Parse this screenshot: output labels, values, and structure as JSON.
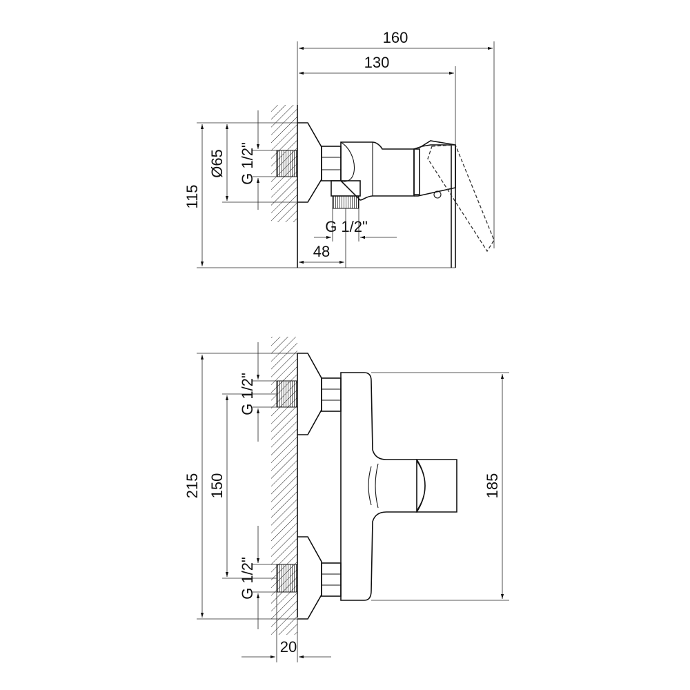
{
  "dimensions": {
    "top_width_total": "160",
    "top_width_body": "130",
    "top_height_total": "115",
    "top_flange_diameter": "Ø65",
    "top_inlet_thread": "G 1/2\"",
    "top_outlet_thread": "G 1/2\"",
    "top_outlet_offset": "48",
    "front_height_total": "215",
    "front_inlet_spacing": "150",
    "front_body_height": "185",
    "front_upper_thread": "G 1/2\"",
    "front_lower_thread": "G 1/2\"",
    "front_wall_depth": "20"
  }
}
